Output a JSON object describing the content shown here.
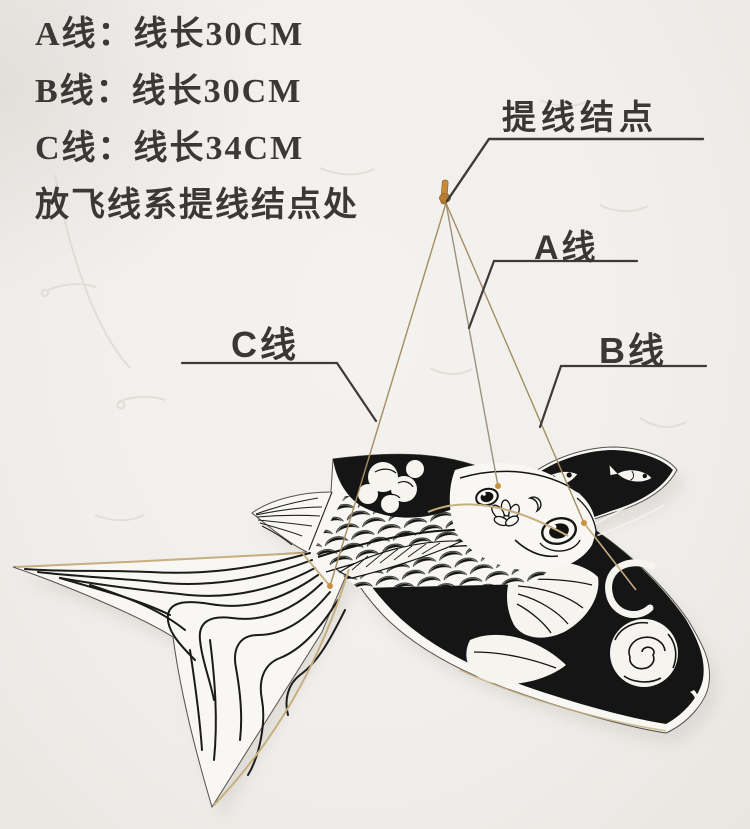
{
  "specs": {
    "line_a": "A线：线长30CM",
    "line_b": "B线：线长30CM",
    "line_c": "C线：线长34CM",
    "note": "放飞线系提线结点处"
  },
  "annotations": {
    "bridle_point": "提线结点",
    "line_a": "A线",
    "line_b": "B线",
    "line_c": "C线"
  },
  "illustration": {
    "subject": "fish-kite-hanging-by-bridle-strings",
    "string_count": 3,
    "string_attach_points": [
      "tail-root-C",
      "head-back-A",
      "head-side-B"
    ]
  },
  "colors": {
    "background": "#f1efec",
    "paper": "#f8f7f3",
    "ink": "#151515",
    "string": "#a58d62",
    "knot_stick": "#c8893d",
    "leader_line": "#3c3b38",
    "text": "#3a3835"
  }
}
